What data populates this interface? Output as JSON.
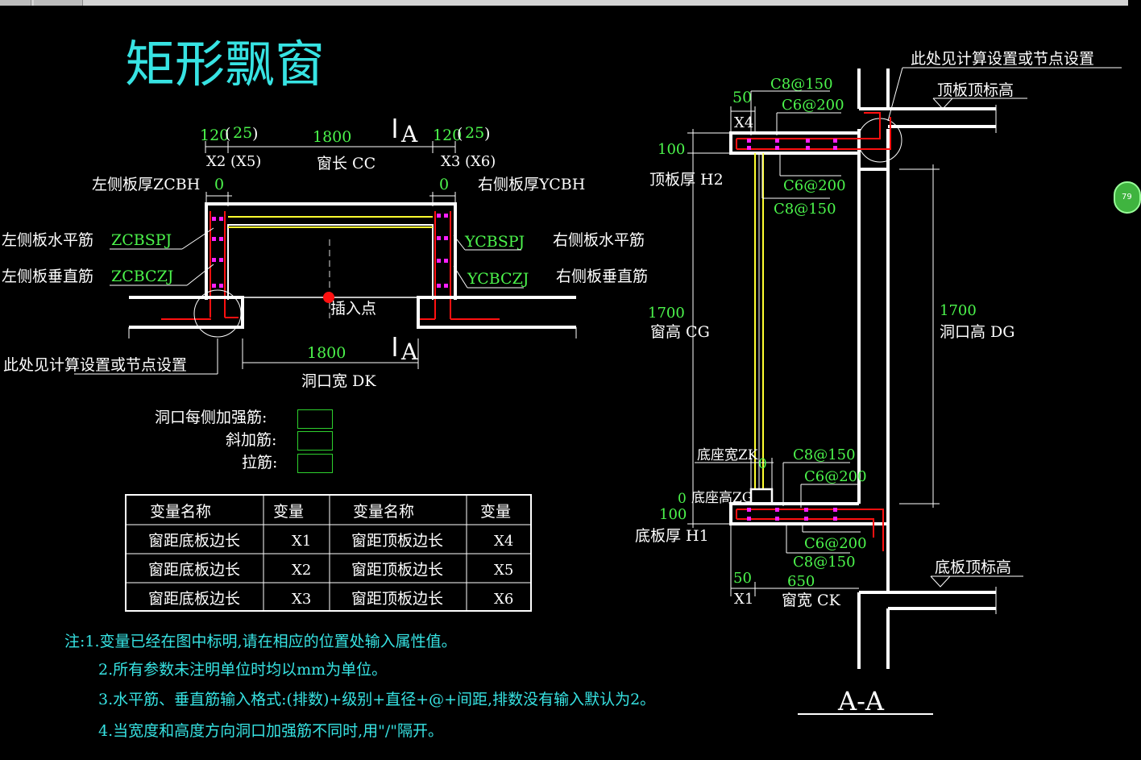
{
  "title": "矩形飘窗",
  "plan": {
    "section_mark": "A",
    "dim_x2": "120",
    "dim_x5": "25",
    "dim_x2_label": "X2 (X5)",
    "dim_cc": "1800",
    "dim_cc_label": "窗长 CC",
    "dim_x3": "120",
    "dim_x6": "25",
    "dim_x3_label": "X3 (X6)",
    "zcbh_label": "左侧板厚ZCBH",
    "zcbh_value": "0",
    "ycbh_label": "右侧板厚YCBH",
    "ycbh_value": "0",
    "left_h_label": "左侧板水平筋",
    "left_h_code": "ZCBSPJ",
    "left_v_label": "左侧板垂直筋",
    "left_v_code": "ZCBCZJ",
    "right_h_code": "YCBSPJ",
    "right_h_label": "右侧板水平筋",
    "right_v_code": "YCBCZJ",
    "right_v_label": "右侧板垂直筋",
    "insert_point": "插入点",
    "node_note": "此处见计算设置或节点设置",
    "dim_dk": "1800",
    "dim_dk_label": "洞口宽 DK"
  },
  "inputs": {
    "opening_rebar": "洞口每侧加强筋:",
    "diagonal_rebar": "斜加筋:",
    "tie_rebar": "拉筋:",
    "color": "#2ed02e"
  },
  "table": {
    "headers": [
      "变量名称",
      "变量",
      "变量名称",
      "变量"
    ],
    "rows": [
      [
        "窗距底板边长",
        "X1",
        "窗距顶板边长",
        "X4"
      ],
      [
        "窗距底板边长",
        "X2",
        "窗距顶板边长",
        "X5"
      ],
      [
        "窗距底板边长",
        "X3",
        "窗距顶板边长",
        "X6"
      ]
    ]
  },
  "notes": [
    "注:1.变量已经在图中标明,请在相应的位置处输入属性值。",
    "2.所有参数未注明单位时均以mm为单位。",
    "3.水平筋、垂直筋输入格式:(排数)+级别+直径+@+间距,排数没有输入默认为2。",
    "4.当宽度和高度方向洞口加强筋不同时,用\"/\"隔开。"
  ],
  "section": {
    "node_note": "此处见计算设置或节点设置",
    "top_elev": "顶板顶标高",
    "x4_value": "50",
    "x4_label": "X4",
    "top_c8_upper": "C8@150",
    "top_c6_upper": "C6@200",
    "top_c6_lower": "C6@200",
    "top_c8_lower": "C8@150",
    "h2_value": "100",
    "h2_label": "顶板厚 H2",
    "cg_value": "1700",
    "cg_label": "窗高 CG",
    "dg_value": "1700",
    "dg_label": "洞口高 DG",
    "zk_label": "底座宽ZK",
    "zk_value": "0",
    "zg_value": "0",
    "zg_label": "底座高ZG",
    "bot_c8_upper": "C8@150",
    "bot_c6_upper": "C6@200",
    "bot_c6_lower": "C6@200",
    "bot_c8_lower": "C8@150",
    "h1_value": "100",
    "h1_label": "底板厚 H1",
    "bottom_elev": "底板顶标高",
    "x1_value": "50",
    "x1_label": "X1",
    "ck_value": "650",
    "ck_label": "窗宽 CK",
    "section_title": "A-A"
  },
  "side_badge": "79"
}
